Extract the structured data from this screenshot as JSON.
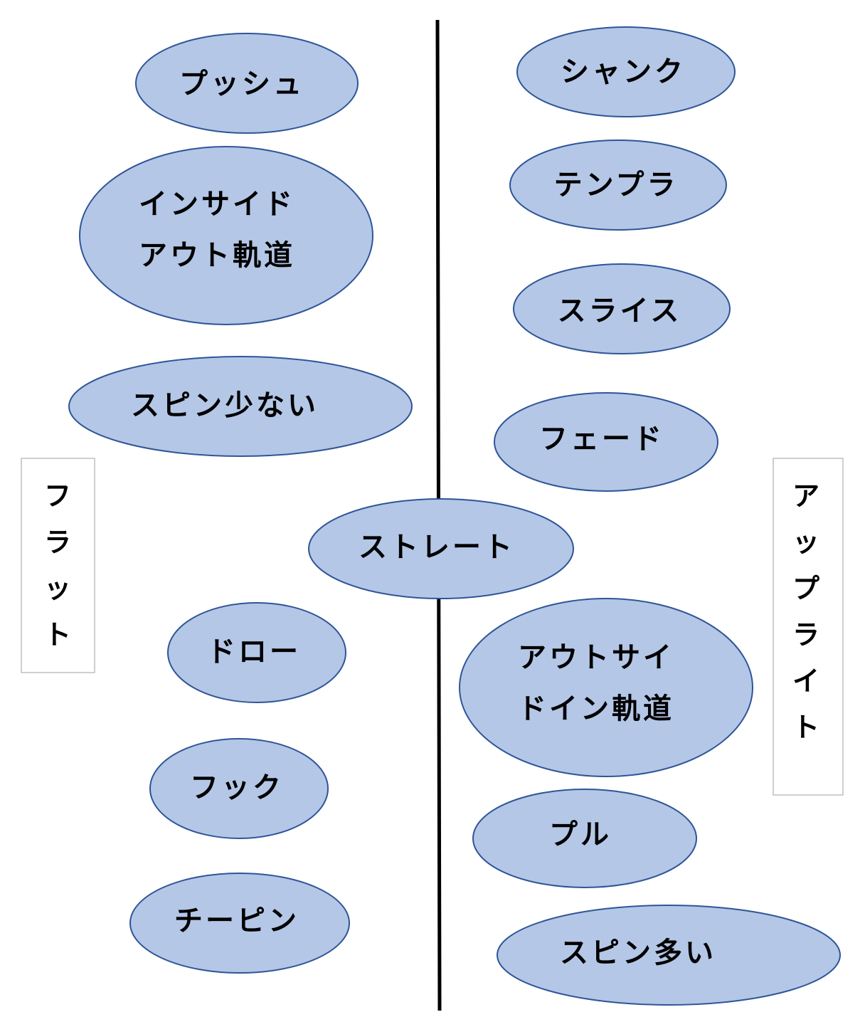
{
  "colors": {
    "node_fill": "#b4c7e7",
    "node_stroke": "#2f5597",
    "axis_line": "#000000",
    "label_box_stroke": "#bfbfbf"
  },
  "side_labels": {
    "left": [
      "フ",
      "ラ",
      "ッ",
      "ト"
    ],
    "right": [
      "ア",
      "ッ",
      "プ",
      "ラ",
      "イ",
      "ト"
    ]
  },
  "nodes": {
    "push": "プッシュ",
    "inside_out_1": "インサイド",
    "inside_out_2": "アウト軌道",
    "less_spin": "スピン少ない",
    "draw": "ドロー",
    "hook": "フック",
    "chipin": "チーピン",
    "shank": "シャンク",
    "tempura": "テンプラ",
    "slice": "スライス",
    "fade": "フェード",
    "straight": "ストレート",
    "outside_in_1": "アウトサイ",
    "outside_in_2": "ドイン軌道",
    "pull": "プル",
    "more_spin": "スピン多い"
  }
}
